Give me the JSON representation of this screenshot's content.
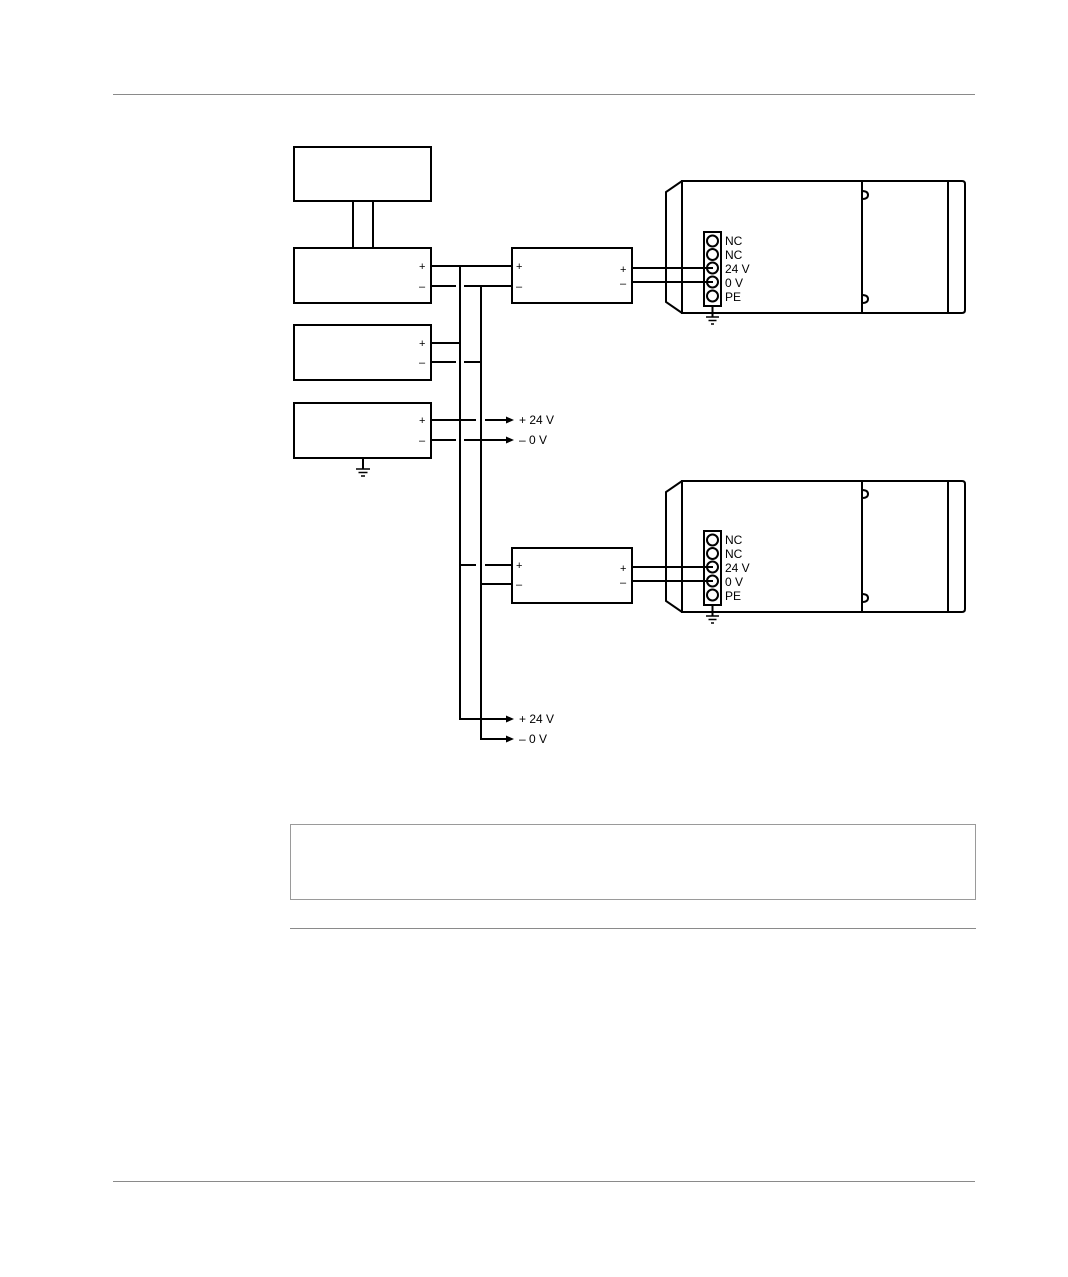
{
  "diagram": {
    "pins": {
      "plus": "+",
      "minus": "–"
    },
    "outputs": {
      "plus_24v": "+ 24 V",
      "minus_0v": "– 0 V"
    },
    "connector_labels": [
      "NC",
      "NC",
      "24 V",
      "0 V",
      "PE"
    ]
  }
}
